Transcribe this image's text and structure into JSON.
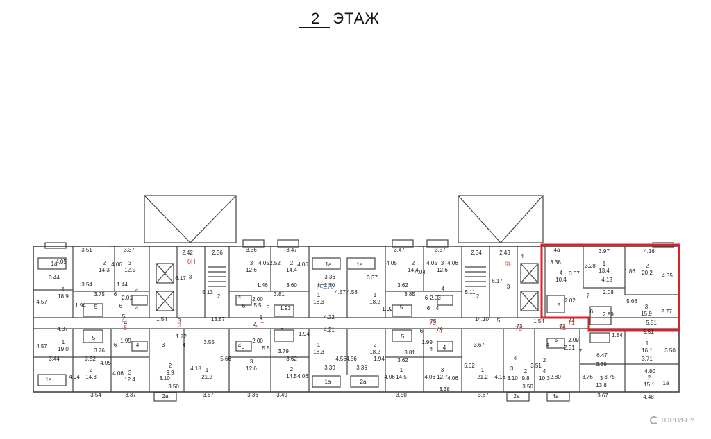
{
  "title": {
    "number": "2",
    "label": "ЭТАЖ"
  },
  "highlight_color": "#d9252a",
  "watermark": "ТОРГИ-РУ",
  "notes": {
    "ceiling_height": "h=2.70"
  },
  "stair_labels": [
    "8Н",
    "9Н"
  ],
  "corridor_numbers": [
    "4",
    "3",
    "2",
    "1",
    "5",
    "75",
    "74",
    "73",
    "72",
    "71"
  ],
  "labels": [
    [
      "3.51",
      125,
      363
    ],
    [
      "3.37",
      186,
      363
    ],
    [
      "2.42",
      270,
      367
    ],
    [
      "2.36",
      313,
      367
    ],
    [
      "3.36",
      362,
      363
    ],
    [
      "3.47",
      420,
      363
    ],
    [
      "1а",
      78,
      383
    ],
    [
      "4.05",
      88,
      380
    ],
    [
      "2",
      150,
      382
    ],
    [
      "14.3",
      150,
      392
    ],
    [
      "4.06",
      168,
      384
    ],
    [
      "3",
      187,
      382
    ],
    [
      "12.5",
      187,
      392
    ],
    [
      "3",
      274,
      402
    ],
    [
      "6.17",
      260,
      404
    ],
    [
      "3",
      362,
      382
    ],
    [
      "12.6",
      362,
      392
    ],
    [
      "4.05",
      380,
      382
    ],
    [
      "2.52",
      396,
      382
    ],
    [
      "2",
      420,
      382
    ],
    [
      "14.4",
      420,
      392
    ],
    [
      "4.06",
      436,
      384
    ],
    [
      "3.44",
      78,
      403
    ],
    [
      "3.54",
      125,
      413
    ],
    [
      "1.44",
      176,
      413
    ],
    [
      "1.46",
      378,
      414
    ],
    [
      "3.60",
      420,
      414
    ],
    [
      "4.57",
      60,
      438
    ],
    [
      "1",
      91,
      420
    ],
    [
      "18.9",
      91,
      430
    ],
    [
      "3.75",
      143,
      427
    ],
    [
      "6",
      166,
      427
    ],
    [
      "2.01",
      183,
      432
    ],
    [
      "4",
      197,
      421
    ],
    [
      "5.13",
      299,
      424
    ],
    [
      "2",
      315,
      430
    ],
    [
      "2.00",
      371,
      434
    ],
    [
      "5.5",
      371,
      443
    ],
    [
      "3.81",
      402,
      427
    ],
    [
      "1.93",
      411,
      447
    ],
    [
      "1.94",
      116,
      443
    ],
    [
      "5",
      138,
      445
    ],
    [
      "4",
      197,
      447
    ],
    [
      "6",
      174,
      444
    ],
    [
      "4",
      345,
      431
    ],
    [
      "6",
      351,
      444
    ],
    [
      "5",
      386,
      446
    ],
    [
      "4.37",
      90,
      477
    ],
    [
      "4",
      181,
      468
    ],
    [
      "5",
      178,
      459
    ],
    [
      "1.54",
      233,
      463
    ],
    [
      "3",
      258,
      465
    ],
    [
      "13.87",
      314,
      463
    ],
    [
      "2",
      366,
      470
    ],
    [
      "1",
      376,
      460
    ],
    [
      "1.72",
      261,
      488
    ],
    [
      "3.55",
      301,
      496
    ],
    [
      "2.00",
      371,
      494
    ],
    [
      "5.5",
      383,
      505
    ],
    [
      "3.79",
      408,
      509
    ],
    [
      "3.62",
      420,
      520
    ],
    [
      "4.57",
      60,
      502
    ],
    [
      "1",
      91,
      496
    ],
    [
      "19.0",
      91,
      506
    ],
    [
      "3.76",
      143,
      508
    ],
    [
      "6",
      166,
      500
    ],
    [
      "1.99",
      181,
      494
    ],
    [
      "4",
      198,
      500
    ],
    [
      "3",
      235,
      500
    ],
    [
      "4",
      265,
      500
    ],
    [
      "5",
      135,
      490
    ],
    [
      "4",
      345,
      501
    ],
    [
      "6",
      350,
      508
    ],
    [
      "5",
      406,
      479
    ],
    [
      "3.44",
      78,
      520
    ],
    [
      "3.52",
      130,
      520
    ],
    [
      "4.05",
      152,
      526
    ],
    [
      "4.06",
      170,
      541
    ],
    [
      "5.66",
      325,
      520
    ],
    [
      "3",
      362,
      524
    ],
    [
      "12.6",
      362,
      534
    ],
    [
      "4.06",
      436,
      545
    ],
    [
      "2",
      420,
      535
    ],
    [
      "14.5",
      420,
      545
    ],
    [
      "4.04",
      107,
      546
    ],
    [
      "2",
      131,
      536
    ],
    [
      "14.3",
      131,
      546
    ],
    [
      "3",
      187,
      540
    ],
    [
      "12.4",
      187,
      550
    ],
    [
      "2",
      245,
      530
    ],
    [
      "9.9",
      245,
      540
    ],
    [
      "3.10",
      237,
      548
    ],
    [
      "4.18",
      282,
      534
    ],
    [
      "1",
      298,
      536
    ],
    [
      "21.2",
      298,
      546
    ],
    [
      "1а",
      70,
      550
    ],
    [
      "3.50",
      250,
      560
    ],
    [
      "3.54",
      138,
      572
    ],
    [
      "3.37",
      188,
      572
    ],
    [
      "2а",
      238,
      574
    ],
    [
      "3.67",
      300,
      572
    ],
    [
      "3.36",
      364,
      572
    ],
    [
      "3.49",
      406,
      572
    ],
    [
      "1а",
      473,
      384
    ],
    [
      "1а",
      518,
      384
    ],
    [
      "3.36",
      475,
      402
    ],
    [
      "h=2.70",
      470,
      414
    ],
    [
      "3.37",
      536,
      403
    ],
    [
      "1",
      459,
      428
    ],
    [
      "18.3",
      459,
      438
    ],
    [
      "4.57",
      490,
      424
    ],
    [
      "4.58",
      507,
      424
    ],
    [
      "1",
      540,
      428
    ],
    [
      "18.2",
      540,
      438
    ],
    [
      "4.22",
      474,
      460
    ],
    [
      "4.21",
      474,
      478
    ],
    [
      "1.94",
      438,
      484
    ],
    [
      "1",
      459,
      500
    ],
    [
      "18.3",
      459,
      510
    ],
    [
      "4.56",
      491,
      520
    ],
    [
      "4.56",
      506,
      520
    ],
    [
      "2",
      540,
      500
    ],
    [
      "18.2",
      540,
      510
    ],
    [
      "3.39",
      475,
      533
    ],
    [
      "3.36",
      521,
      533
    ],
    [
      "1а",
      472,
      553
    ],
    [
      "2а",
      523,
      553
    ],
    [
      "3.47",
      575,
      363
    ],
    [
      "3.37",
      634,
      363
    ],
    [
      "2.34",
      686,
      367
    ],
    [
      "2.43",
      727,
      367
    ],
    [
      "4",
      752,
      372
    ],
    [
      "4.05",
      564,
      382
    ],
    [
      "2",
      595,
      382
    ],
    [
      "14.4",
      595,
      392
    ],
    [
      "4.04",
      605,
      395
    ],
    [
      "3",
      637,
      382
    ],
    [
      "12.6",
      637,
      392
    ],
    [
      "4.05",
      622,
      382
    ],
    [
      "4.06",
      652,
      382
    ],
    [
      "3.62",
      580,
      414
    ],
    [
      "6.17",
      716,
      408
    ],
    [
      "3",
      732,
      416
    ],
    [
      "3.85",
      590,
      427
    ],
    [
      "6",
      614,
      432
    ],
    [
      "2.03",
      627,
      432
    ],
    [
      "4",
      638,
      419
    ],
    [
      "5.11",
      677,
      424
    ],
    [
      "2",
      688,
      430
    ],
    [
      "1.92",
      558,
      448
    ],
    [
      "5",
      578,
      446
    ],
    [
      "6",
      617,
      447
    ],
    [
      "4",
      630,
      447
    ],
    [
      "75",
      624,
      466
    ],
    [
      "74",
      633,
      477
    ],
    [
      "14.10",
      694,
      463
    ],
    [
      "5",
      718,
      465
    ],
    [
      "73",
      748,
      473
    ],
    [
      "1.54",
      776,
      466
    ],
    [
      "71",
      823,
      464
    ],
    [
      "72",
      810,
      473
    ],
    [
      "3.81",
      590,
      511
    ],
    [
      "5",
      580,
      488
    ],
    [
      "6",
      607,
      480
    ],
    [
      "1.99",
      615,
      496
    ],
    [
      "4",
      621,
      506
    ],
    [
      "4",
      640,
      504
    ],
    [
      "3.67",
      690,
      500
    ],
    [
      "1.94",
      546,
      520
    ],
    [
      "3.62",
      580,
      522
    ],
    [
      "5.62",
      676,
      530
    ],
    [
      "4.06",
      561,
      546
    ],
    [
      "1",
      578,
      536
    ],
    [
      "14.5",
      578,
      546
    ],
    [
      "4.06",
      619,
      546
    ],
    [
      "3",
      637,
      536
    ],
    [
      "12.7",
      637,
      546
    ],
    [
      "1",
      695,
      536
    ],
    [
      "21.2",
      695,
      546
    ],
    [
      "3",
      737,
      534
    ],
    [
      "4",
      742,
      519
    ],
    [
      "4.16",
      720,
      546
    ],
    [
      "3.51",
      772,
      530
    ],
    [
      "4.06",
      652,
      548
    ],
    [
      "3.10",
      738,
      548
    ],
    [
      "2",
      757,
      538
    ],
    [
      "9.8",
      757,
      548
    ],
    [
      "3.50",
      760,
      560
    ],
    [
      "4",
      784,
      538
    ],
    [
      "10.3",
      784,
      548
    ],
    [
      "2.80",
      800,
      546
    ],
    [
      "2",
      784,
      522
    ],
    [
      "3.50",
      578,
      572
    ],
    [
      "3.38",
      640,
      564
    ],
    [
      "3.67",
      696,
      572
    ],
    [
      "2а",
      744,
      574
    ],
    [
      "4а",
      800,
      574
    ],
    [
      "4а",
      802,
      363
    ],
    [
      "3.97",
      870,
      365
    ],
    [
      "4.16",
      935,
      365
    ],
    [
      "3.38",
      800,
      381
    ],
    [
      "3.28",
      850,
      386
    ],
    [
      "1",
      870,
      383
    ],
    [
      "13.4",
      870,
      393
    ],
    [
      "2",
      932,
      386
    ],
    [
      "20.2",
      932,
      396
    ],
    [
      "4",
      808,
      396
    ],
    [
      "10.4",
      808,
      406
    ],
    [
      "3.07",
      827,
      397
    ],
    [
      "4.13",
      874,
      406
    ],
    [
      "1.86",
      907,
      394
    ],
    [
      "4.35",
      961,
      400
    ],
    [
      "7",
      847,
      429
    ],
    [
      "2.08",
      876,
      424
    ],
    [
      "5.66",
      910,
      437
    ],
    [
      "2.02",
      821,
      436
    ],
    [
      "3",
      931,
      445
    ],
    [
      "15.9",
      931,
      455
    ],
    [
      "2.89",
      876,
      456
    ],
    [
      "2.77",
      960,
      452
    ],
    [
      "5.51",
      938,
      468
    ],
    [
      "5",
      805,
      443
    ],
    [
      "6",
      852,
      452
    ],
    [
      "2.09",
      826,
      493
    ],
    [
      "5.51",
      934,
      481
    ],
    [
      "1.84",
      889,
      486
    ],
    [
      "1",
      932,
      498
    ],
    [
      "16.1",
      932,
      508
    ],
    [
      "3.71",
      932,
      520
    ],
    [
      "6.47",
      867,
      515
    ],
    [
      "3.50",
      965,
      508
    ],
    [
      "2.31",
      820,
      504
    ],
    [
      "4",
      789,
      500
    ],
    [
      "5",
      801,
      493
    ],
    [
      "7",
      836,
      509
    ],
    [
      "3.69",
      866,
      528
    ],
    [
      "4.80",
      936,
      538
    ],
    [
      "2",
      935,
      547
    ],
    [
      "15.1",
      935,
      557
    ],
    [
      "3.76",
      846,
      546
    ],
    [
      "3",
      866,
      548
    ],
    [
      "13.8",
      866,
      558
    ],
    [
      "3.75",
      878,
      546
    ],
    [
      "3.67",
      868,
      573
    ],
    [
      "4.48",
      934,
      575
    ],
    [
      "1а",
      959,
      555
    ]
  ]
}
